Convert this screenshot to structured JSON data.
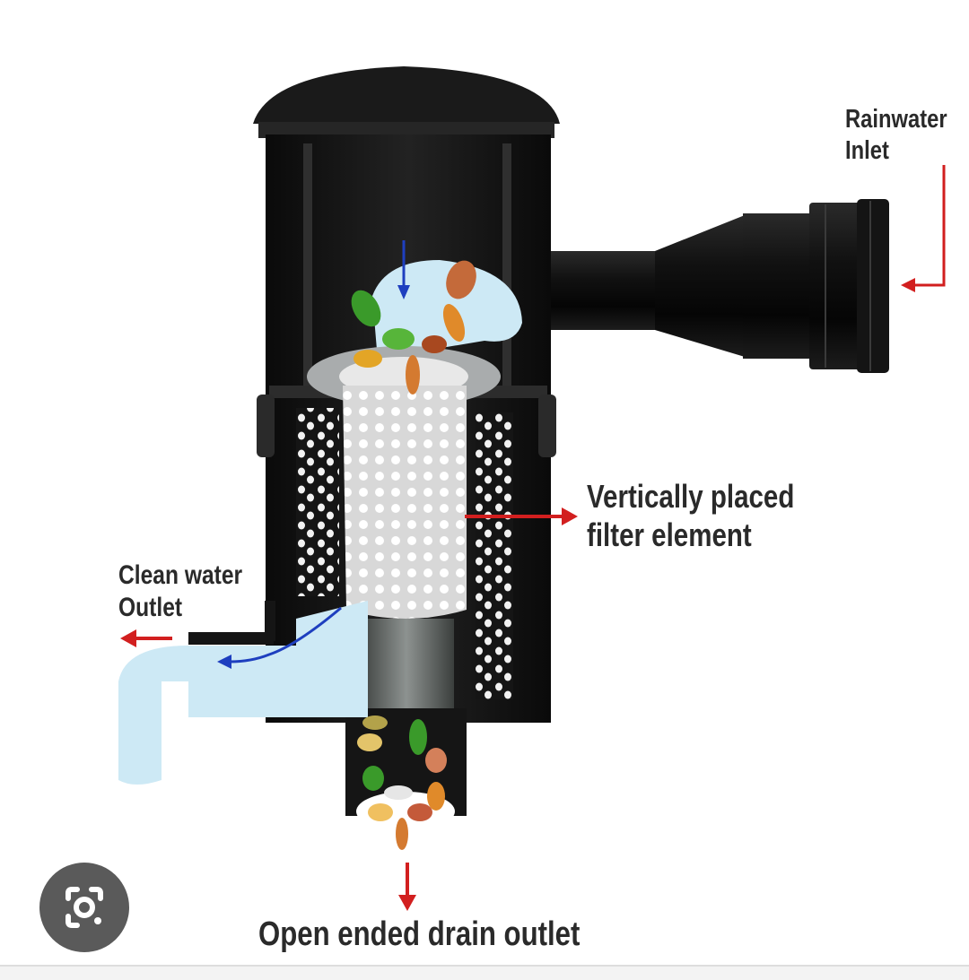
{
  "labels": {
    "rainwater_inlet": [
      "Rainwater",
      "Inlet"
    ],
    "filter_element": [
      "Vertically placed",
      "filter element"
    ],
    "clean_water_outlet": [
      "Clean water",
      "Outlet"
    ],
    "drain_outlet": "Open ended drain outlet"
  },
  "colors": {
    "housing": "#161616",
    "water": "#cde9f5",
    "arrow_red": "#d21f1f",
    "arrow_blue": "#1e3fbf",
    "filter_white": "#f4f4f4",
    "filter_ring": "#a9acad",
    "leaf_green": "#3a9a2a",
    "leaf_orange": "#e08a2a",
    "leaf_brown": "#c46a3a",
    "lens_button": "#5a5a5a"
  },
  "icons": {
    "lens": "google-lens-icon"
  }
}
